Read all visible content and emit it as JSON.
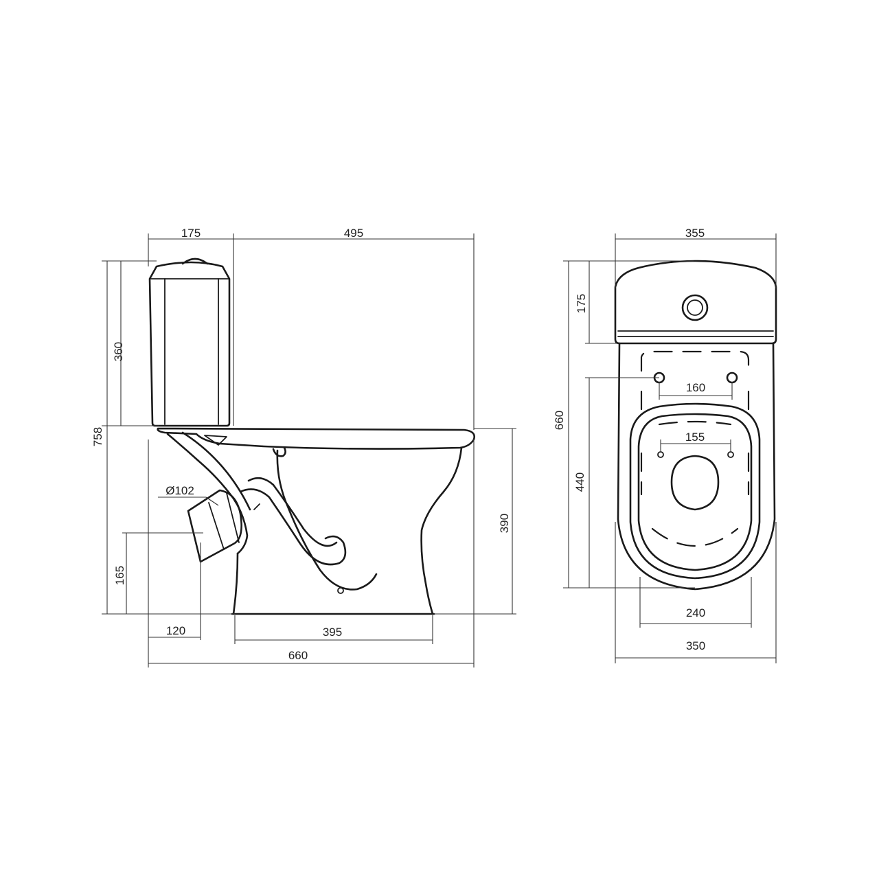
{
  "side_view": {
    "tank_depth": "175",
    "bowl_projection": "495",
    "tank_height": "360",
    "total_height": "758",
    "outlet_diameter": "Ø102",
    "outlet_height": "165",
    "outlet_offset": "120",
    "base_length": "395",
    "total_length": "660",
    "seat_height": "390"
  },
  "top_view": {
    "tank_width": "355",
    "tank_depth": "175",
    "total_length": "660",
    "bolt_spacing": "160",
    "seat_hinge_spacing": "155",
    "bowl_length": "440",
    "inner_width": "240",
    "bowl_width": "350"
  }
}
